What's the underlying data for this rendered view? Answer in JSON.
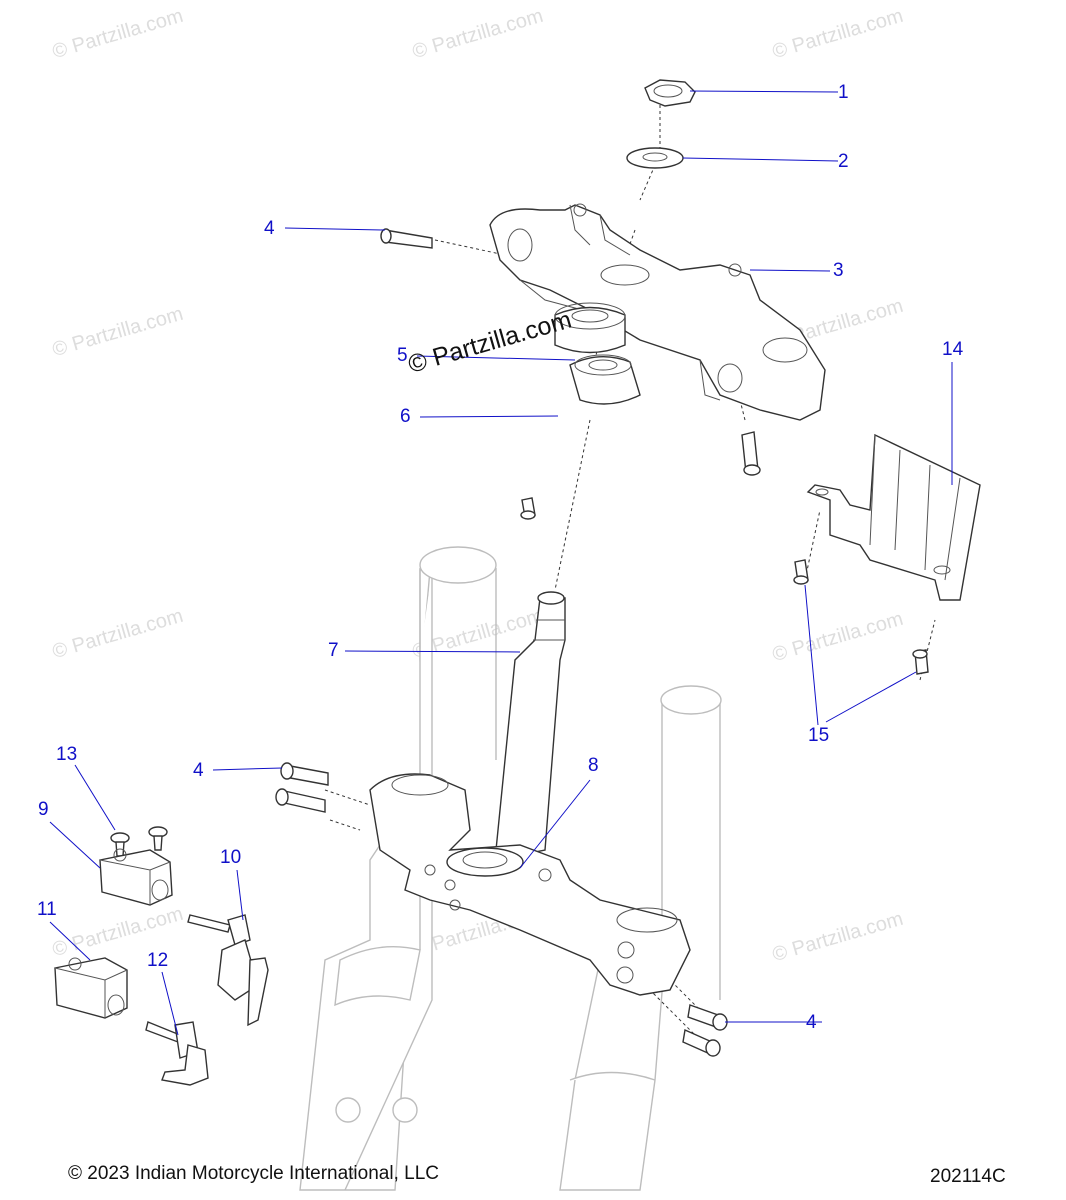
{
  "watermark_text": "© Partzilla.com",
  "callouts": {
    "c1": "1",
    "c2": "2",
    "c3": "3",
    "c4a": "4",
    "c4b": "4",
    "c4c": "4",
    "c5": "5",
    "c6": "6",
    "c7": "7",
    "c8": "8",
    "c9": "9",
    "c10": "10",
    "c11": "11",
    "c12": "12",
    "c13": "13",
    "c14": "14",
    "c15": "15"
  },
  "footer": {
    "copyright": "© 2023 Indian Motorcycle International, LLC",
    "diagram_id": "202114C"
  },
  "colors": {
    "callout": "#1010c8",
    "outline": "#333333",
    "watermark": "#dddddd"
  }
}
